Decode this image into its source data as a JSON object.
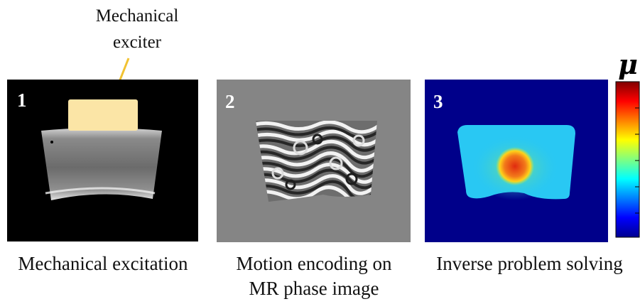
{
  "exciter_label": [
    "Mechanical",
    "exciter"
  ],
  "panels": [
    {
      "number": "1",
      "caption": [
        "Mechanical excitation"
      ]
    },
    {
      "number": "2",
      "caption": [
        "Motion encoding on",
        "MR phase image"
      ]
    },
    {
      "number": "3",
      "caption": [
        "Inverse problem solving"
      ]
    }
  ],
  "colorbar": {
    "symbol": "μ",
    "colors": [
      "#800000",
      "#ff0000",
      "#ff8000",
      "#ffff00",
      "#80ff80",
      "#00ffff",
      "#0080ff",
      "#0000ff",
      "#000090"
    ]
  },
  "colors": {
    "exciter_fill": "#fbe5a6",
    "arrow": "#f1c232",
    "phase_bg": "#858585",
    "stiffness_bg": "#00008a",
    "stiffness_body": "#29c8f3",
    "stiffness_inclusion": "#e34a1b"
  }
}
